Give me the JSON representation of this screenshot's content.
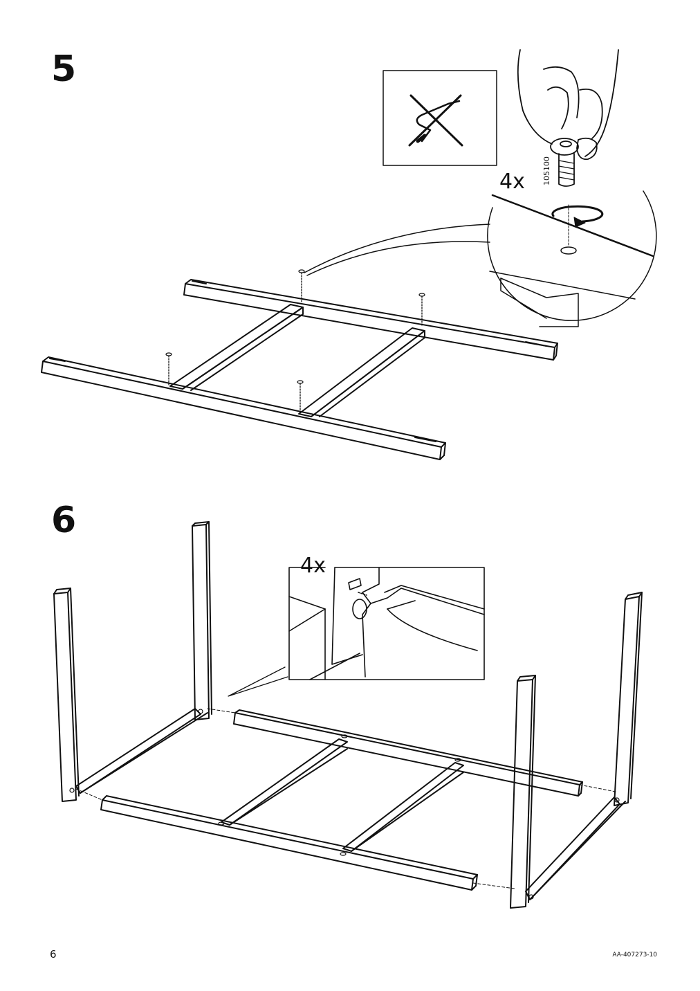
{
  "page": {
    "page_number": "6",
    "document_code": "AA-407273-10"
  },
  "step5": {
    "number": "5",
    "quantity_label": "4x",
    "part_number": "105100",
    "warning_icon": "no-tool-prohibited-icon",
    "detail_icon": "hand-screw-clockwise-icon"
  },
  "step6": {
    "number": "6",
    "quantity_label": "4x",
    "detail_icon": "leg-slot-connector-icon"
  }
}
